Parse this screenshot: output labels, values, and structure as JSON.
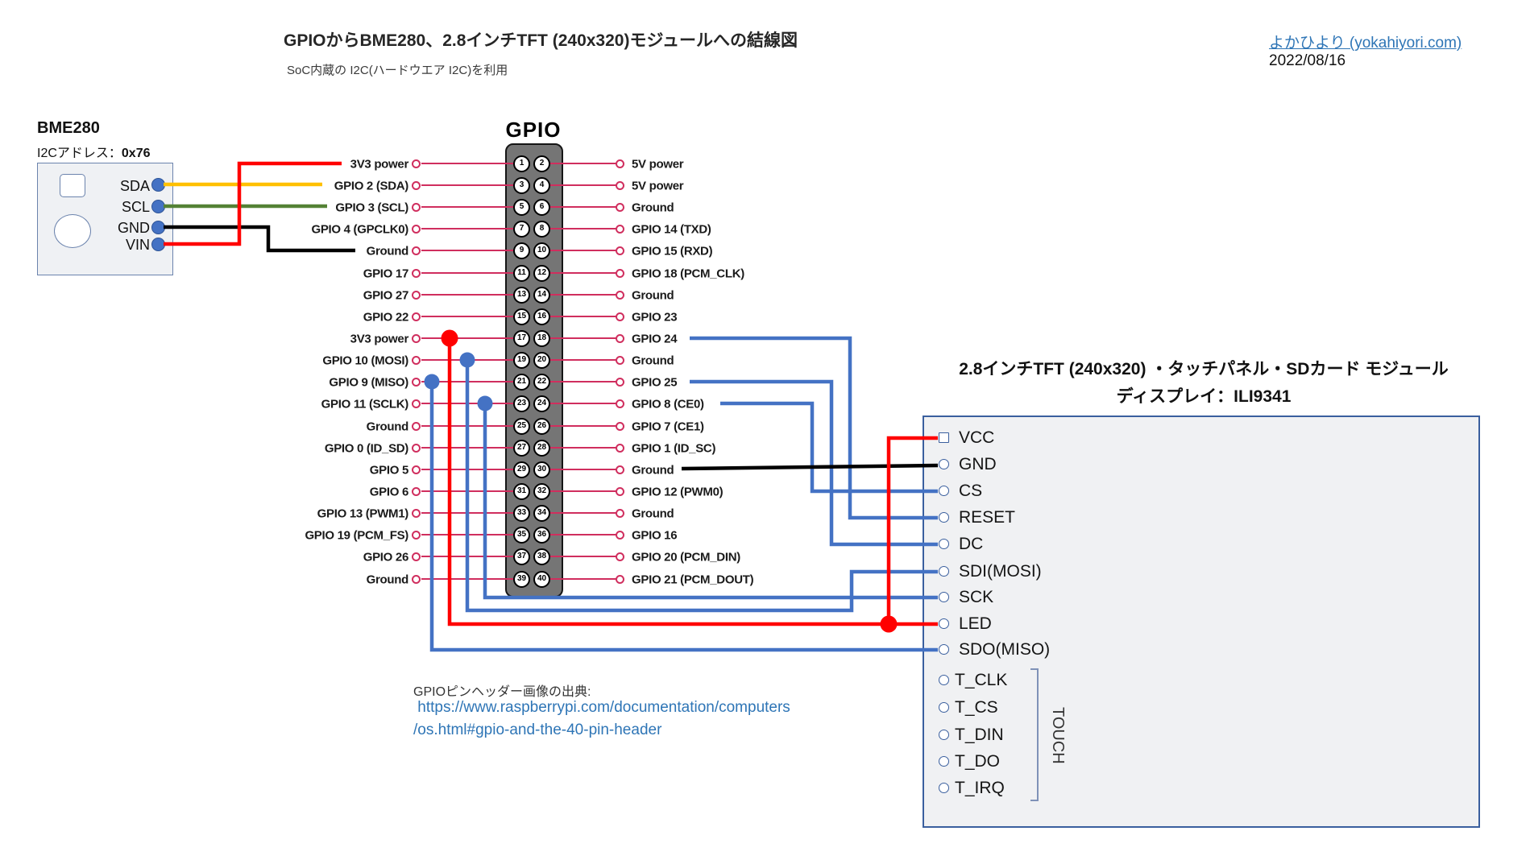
{
  "header": {
    "title": "GPIOからBME280、2.8インチTFT (240x320)モジュールへの結線図",
    "subtitle": "SoC内蔵の I2C(ハードウエア I2C)を利用",
    "site_link": "よかひより (yokahiyori.com)",
    "date": "2022/08/16"
  },
  "bme280": {
    "title": "BME280",
    "i2c_label": "I2Cアドレス：",
    "i2c_address": "0x76",
    "pins": [
      "SDA",
      "SCL",
      "GND",
      "VIN"
    ]
  },
  "gpio": {
    "title": "GPIO",
    "rows": [
      {
        "left": "3V3 power",
        "pins": [
          "1",
          "2"
        ],
        "right": "5V power"
      },
      {
        "left": "GPIO 2 (SDA)",
        "pins": [
          "3",
          "4"
        ],
        "right": "5V power"
      },
      {
        "left": "GPIO 3 (SCL)",
        "pins": [
          "5",
          "6"
        ],
        "right": "Ground"
      },
      {
        "left": "GPIO 4 (GPCLK0)",
        "pins": [
          "7",
          "8"
        ],
        "right": "GPIO 14 (TXD)"
      },
      {
        "left": "Ground",
        "pins": [
          "9",
          "10"
        ],
        "right": "GPIO 15 (RXD)"
      },
      {
        "left": "GPIO 17",
        "pins": [
          "11",
          "12"
        ],
        "right": "GPIO 18 (PCM_CLK)"
      },
      {
        "left": "GPIO 27",
        "pins": [
          "13",
          "14"
        ],
        "right": "Ground"
      },
      {
        "left": "GPIO 22",
        "pins": [
          "15",
          "16"
        ],
        "right": "GPIO 23"
      },
      {
        "left": "3V3 power",
        "pins": [
          "17",
          "18"
        ],
        "right": "GPIO 24"
      },
      {
        "left": "GPIO 10 (MOSI)",
        "pins": [
          "19",
          "20"
        ],
        "right": "Ground"
      },
      {
        "left": "GPIO 9 (MISO)",
        "pins": [
          "21",
          "22"
        ],
        "right": "GPIO 25"
      },
      {
        "left": "GPIO 11 (SCLK)",
        "pins": [
          "23",
          "24"
        ],
        "right": "GPIO 8 (CE0)"
      },
      {
        "left": "Ground",
        "pins": [
          "25",
          "26"
        ],
        "right": "GPIO 7 (CE1)"
      },
      {
        "left": "GPIO 0 (ID_SD)",
        "pins": [
          "27",
          "28"
        ],
        "right": "GPIO 1 (ID_SC)"
      },
      {
        "left": "GPIO 5",
        "pins": [
          "29",
          "30"
        ],
        "right": "Ground"
      },
      {
        "left": "GPIO 6",
        "pins": [
          "31",
          "32"
        ],
        "right": "GPIO 12 (PWM0)"
      },
      {
        "left": "GPIO 13 (PWM1)",
        "pins": [
          "33",
          "34"
        ],
        "right": "Ground"
      },
      {
        "left": "GPIO 19 (PCM_FS)",
        "pins": [
          "35",
          "36"
        ],
        "right": "GPIO 16"
      },
      {
        "left": "GPIO 26",
        "pins": [
          "37",
          "38"
        ],
        "right": "GPIO 20 (PCM_DIN)"
      },
      {
        "left": "Ground",
        "pins": [
          "39",
          "40"
        ],
        "right": "GPIO 21 (PCM_DOUT)"
      }
    ]
  },
  "tft": {
    "title": "2.8インチTFT (240x320) ・タッチパネル・SDカード モジュール",
    "subtitle": "ディスプレイ：ILI9341",
    "pins": [
      "VCC",
      "GND",
      "CS",
      "RESET",
      "DC",
      "SDI(MOSI)",
      "SCK",
      "LED",
      "SDO(MISO)"
    ],
    "touch_pins": [
      "T_CLK",
      "T_CS",
      "T_DIN",
      "T_DO",
      "T_IRQ"
    ],
    "touch_label": "TOUCH"
  },
  "source": {
    "caption": "GPIOピンヘッダー画像の出典:",
    "url_line1": " https://www.raspberrypi.com/documentation/computers",
    "url_line2": "/os.html#gpio-and-the-40-pin-header"
  },
  "colors": {
    "wire_3v3": "#ff0000",
    "wire_sda": "#ffc000",
    "wire_scl": "#548235",
    "wire_ground": "#000000",
    "wire_spi": "#4472c4",
    "pin_leader_line": "#d02e5e",
    "link_blue": "#2e75b6",
    "module_border": "#3a5f9e",
    "header_gray": "#757575"
  }
}
